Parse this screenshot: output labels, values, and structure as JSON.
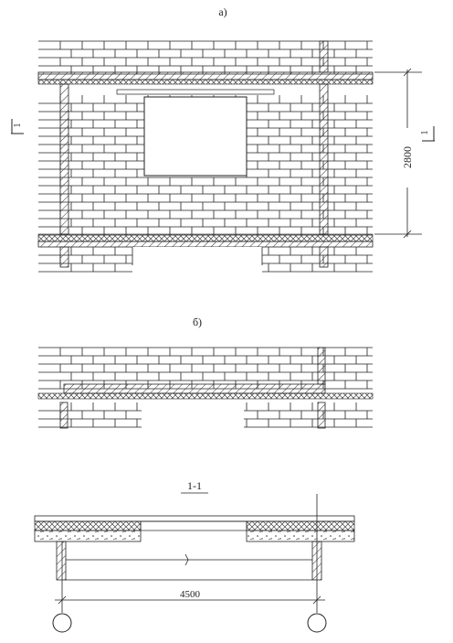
{
  "figure_a": {
    "label": "a)"
  },
  "figure_b": {
    "label": "б)"
  },
  "section": {
    "label": "1-1"
  },
  "section_markers": {
    "left": "1",
    "right": "1"
  },
  "dimensions": {
    "floor_height": "2800",
    "span": "4500"
  },
  "colors": {
    "line": "#222222",
    "paper": "#ffffff"
  },
  "icons": {
    "axis_bubble": "circle",
    "section_arrow": "arrow"
  }
}
